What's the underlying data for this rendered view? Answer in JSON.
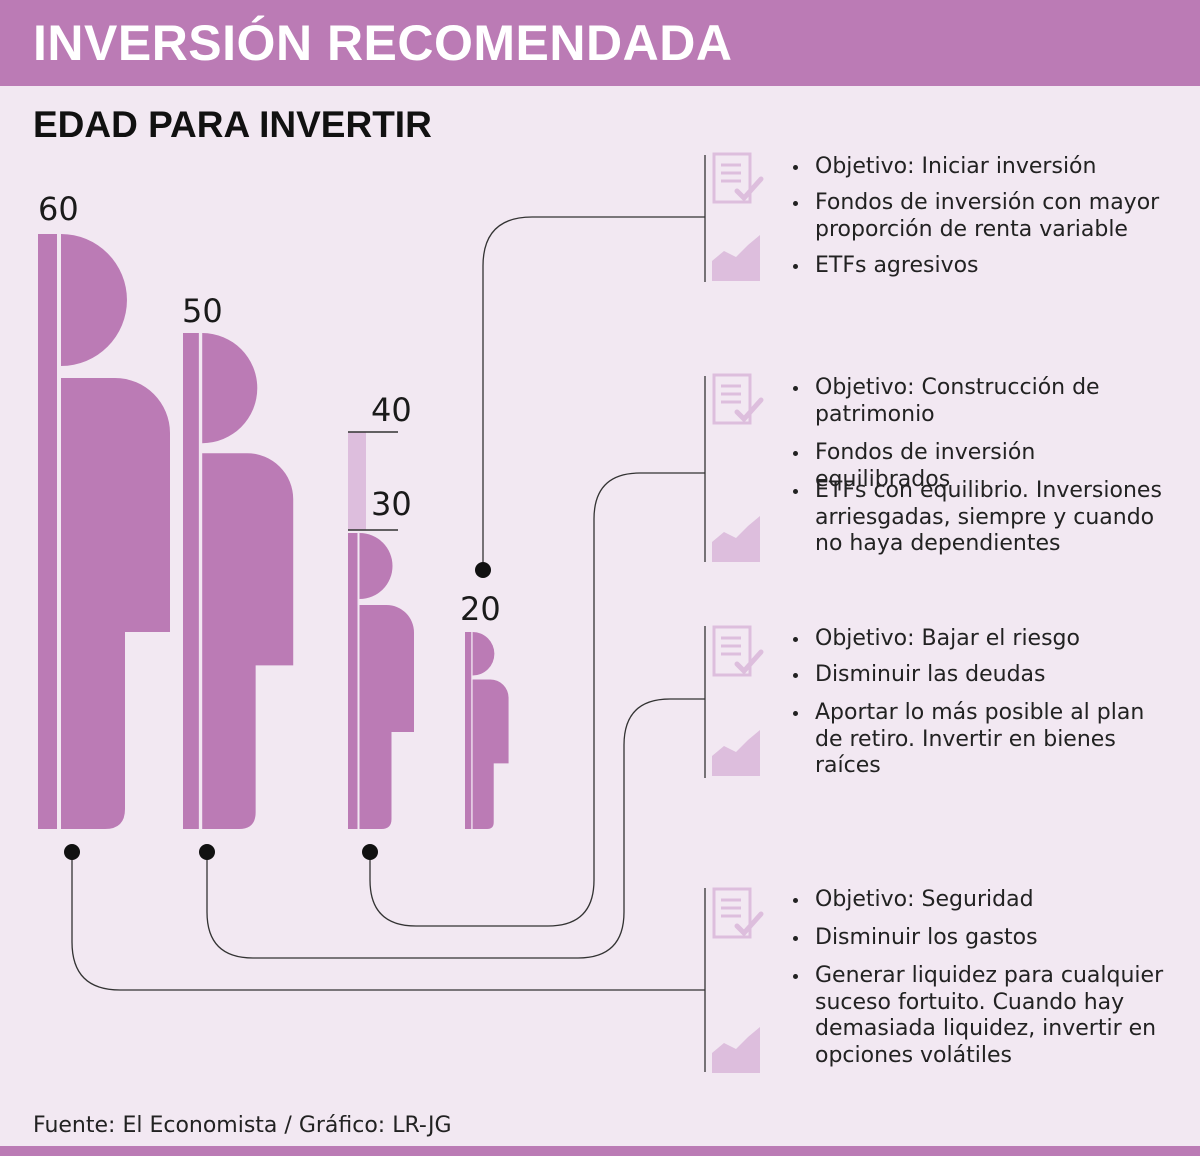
{
  "header": {
    "title": "INVERSIÓN RECOMENDADA"
  },
  "subtitle": "EDAD PARA INVERTIR",
  "figures": [
    {
      "age": "60"
    },
    {
      "age": "50"
    },
    {
      "age": "40"
    },
    {
      "age": "30"
    },
    {
      "age": "20"
    }
  ],
  "panels": [
    {
      "items": [
        {
          "text": "Objetivo: Iniciar inversión",
          "highlighted": true
        },
        {
          "text": "Fondos de inversión con mayor proporción de renta variable",
          "highlighted": false
        },
        {
          "text": "ETFs agresivos",
          "highlighted": true
        }
      ]
    },
    {
      "items": [
        {
          "text": "Objetivo: Construcción de patrimonio",
          "highlighted": true
        },
        {
          "text": "Fondos de inversión equilibrados",
          "highlighted": false
        },
        {
          "text": "ETFs con equilibrio. Inversiones arriesgadas, siempre y cuando no haya dependientes",
          "highlighted": true
        }
      ]
    },
    {
      "items": [
        {
          "text": "Objetivo: Bajar el riesgo",
          "highlighted": true
        },
        {
          "text": "Disminuir las deudas",
          "highlighted": false
        },
        {
          "text": "Aportar lo más posible al plan de retiro. Invertir en bienes raíces",
          "highlighted": true
        }
      ]
    },
    {
      "items": [
        {
          "text": "Objetivo: Seguridad",
          "highlighted": true
        },
        {
          "text": "Disminuir los gastos",
          "highlighted": false
        },
        {
          "text": "Generar liquidez para cualquier suceso fortuito. Cuando hay demasiada liquidez, invertir en opciones volátiles",
          "highlighted": true
        }
      ]
    }
  ],
  "icons": {
    "checklist": "checklist-icon",
    "chart": "growth-chart-icon"
  },
  "colors": {
    "primary": "#bb7bb5",
    "light": "#ddbedd",
    "background": "#f2e8f2",
    "line": "#333333"
  },
  "footer": {
    "source": "Fuente: El Economista / Gráfico: LR-JG"
  }
}
